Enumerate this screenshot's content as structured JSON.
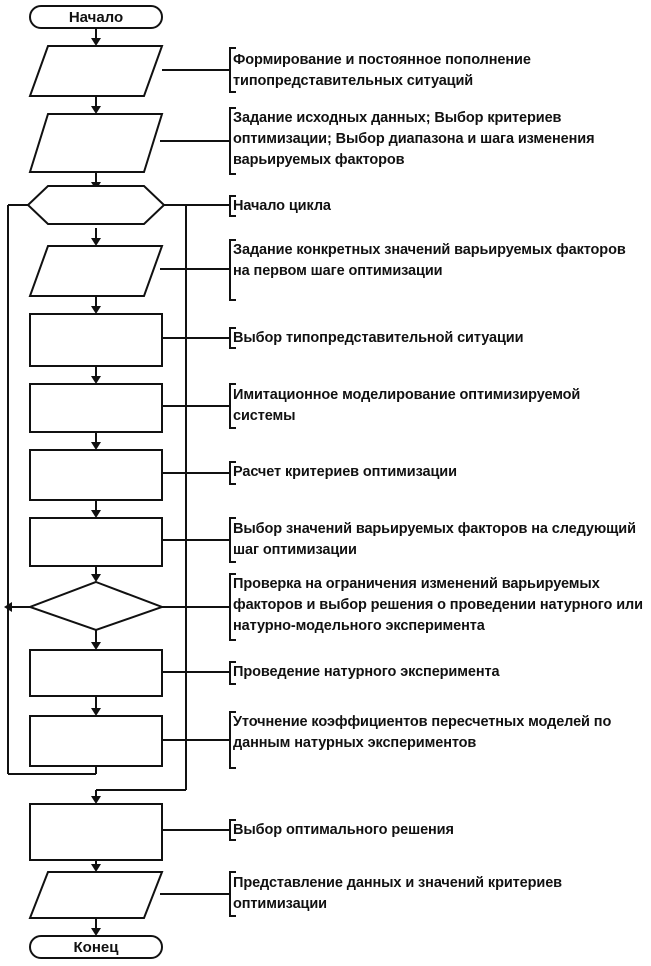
{
  "start_label": "Начало",
  "end_label": "Конец",
  "steps": [
    {
      "id": "s1",
      "text": "Формирование и постоянное пополнение типопредставительных ситуаций"
    },
    {
      "id": "s2",
      "text": "Задание исходных данных; Выбор критериев оптимизации; Выбор диапазона и шага изменения варьируемых факторов"
    },
    {
      "id": "s3",
      "text": "Начало цикла"
    },
    {
      "id": "s4",
      "text": "Задание конкретных значений варьируемых факторов на первом шаге оптимизации"
    },
    {
      "id": "s5",
      "text": "Выбор типопредставительной ситуации"
    },
    {
      "id": "s6",
      "text": "Имитационное моделирование оптимизируемой системы"
    },
    {
      "id": "s7",
      "text": "Расчет критериев оптимизации"
    },
    {
      "id": "s8",
      "text": "Выбор значений варьируемых факторов на следующий шаг оптимизации"
    },
    {
      "id": "s9",
      "text": "Проверка на ограничения изменений варьируемых факторов и выбор решения о проведении натурного или натурно-модельного эксперимента"
    },
    {
      "id": "s10",
      "text": "Проведение натурного эксперимента"
    },
    {
      "id": "s11",
      "text": "Уточнение коэффициентов пересчетных моделей по данным натурных экспериментов"
    },
    {
      "id": "s12",
      "text": "Выбор оптимального решения"
    },
    {
      "id": "s13",
      "text": "Представление данных и значений критериев оптимизации"
    }
  ]
}
